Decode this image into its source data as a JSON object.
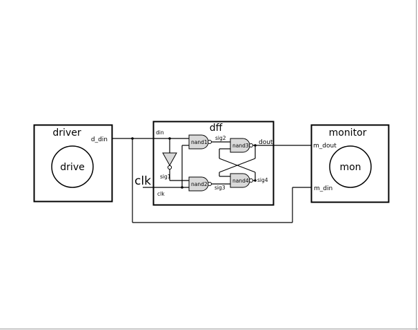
{
  "blocks": {
    "driver": {
      "title": "driver",
      "inner": "drive",
      "port_out": "d_din"
    },
    "dff": {
      "title": "dff",
      "port_din": "din",
      "port_clk": "clk",
      "port_dout": "dout",
      "gates": [
        "nand1",
        "nand2",
        "nand3",
        "nand4"
      ],
      "signals": [
        "sig1",
        "sig2",
        "sig3",
        "sig4"
      ]
    },
    "monitor": {
      "title": "monitor",
      "inner": "mon",
      "port_dout": "m_dout",
      "port_din": "m_din"
    }
  },
  "external": {
    "clk_label": "clk"
  }
}
